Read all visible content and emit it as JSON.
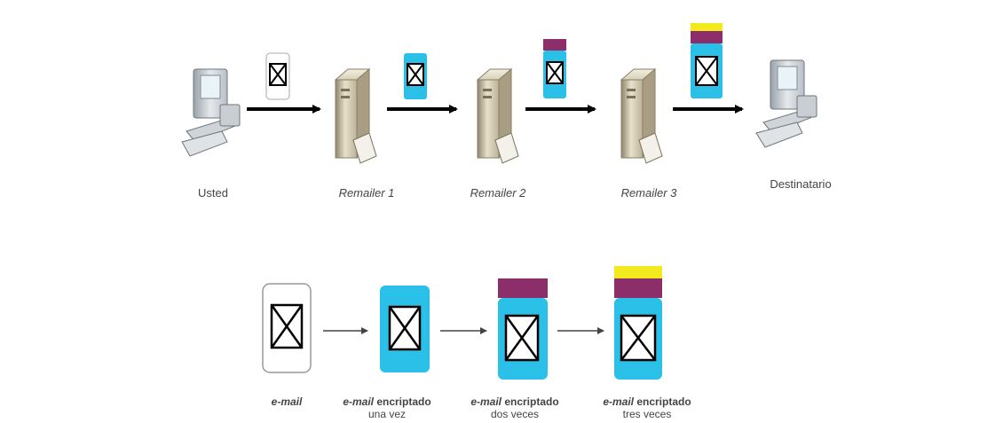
{
  "top_row": {
    "nodes": [
      {
        "label": "Usted",
        "italic": false
      },
      {
        "label": "Remailer 1",
        "italic": true
      },
      {
        "label": "Remailer 2",
        "italic": true
      },
      {
        "label": "Remailer 3",
        "italic": true
      },
      {
        "label": "Destinatario",
        "italic": false
      }
    ]
  },
  "bottom_row": {
    "captions": [
      {
        "italic": "e-mail",
        "rest": "",
        "line2": ""
      },
      {
        "italic": "e-mail",
        "rest": " encriptado",
        "line2": "una vez"
      },
      {
        "italic": "e-mail",
        "rest": " encriptado",
        "line2": "dos veces"
      },
      {
        "italic": "e-mail",
        "rest": " encriptado",
        "line2": "tres veces"
      }
    ]
  },
  "colors": {
    "plain_envelope": "#ffffff",
    "layer1": "#2bc0e8",
    "layer2": "#8b2e6a",
    "layer3": "#f2ea1c",
    "arrow_top": "#000000",
    "arrow_bottom": "#555555"
  }
}
